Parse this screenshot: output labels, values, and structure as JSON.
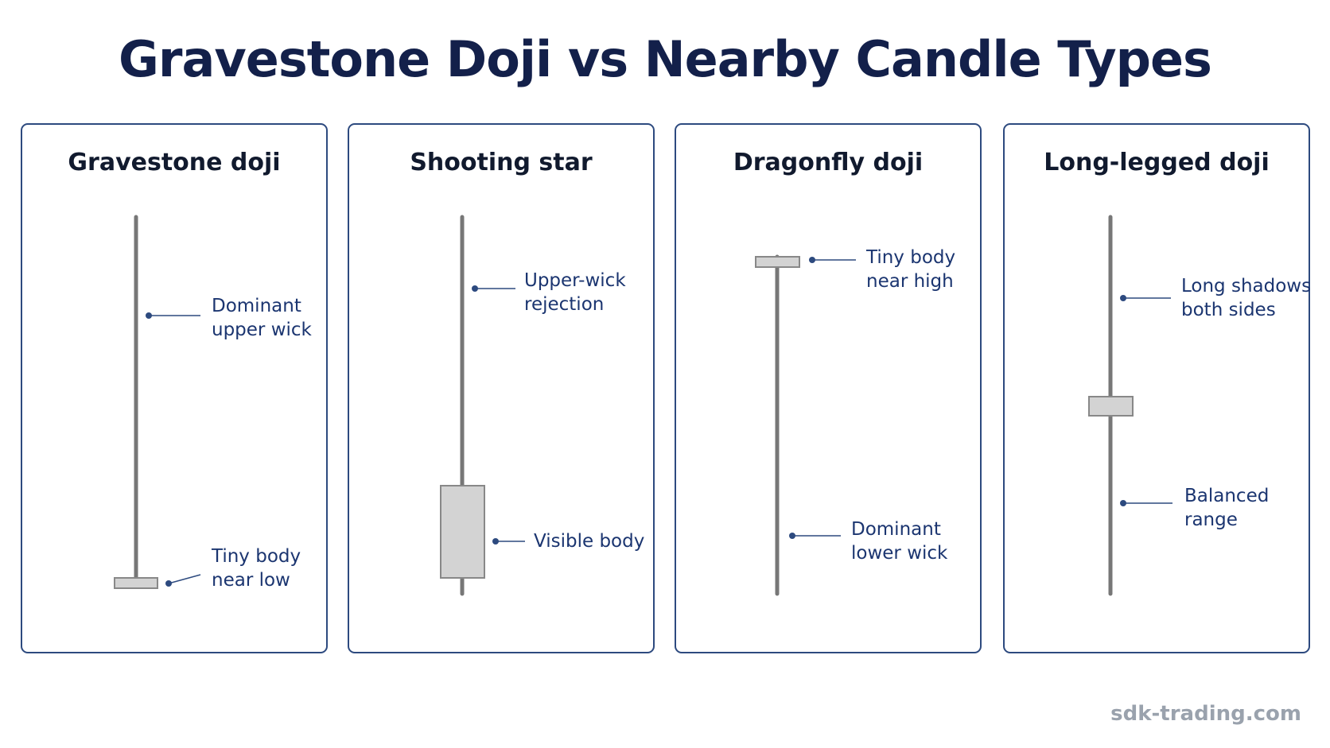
{
  "title": "Gravestone Doji vs Nearby Candle Types",
  "footer": "sdk-trading.com",
  "colors": {
    "title": "#13204a",
    "panel_border": "#2d4a7f",
    "label": "#1b3570",
    "wick": "#777777",
    "body": "#d3d3d3"
  },
  "panels": [
    {
      "title": "Gravestone doji",
      "labels": [
        {
          "line1": "Dominant",
          "line2": "upper wick"
        },
        {
          "line1": "Tiny body",
          "line2": "near low"
        }
      ]
    },
    {
      "title": "Shooting star",
      "labels": [
        {
          "line1": "Upper-wick",
          "line2": "rejection"
        },
        {
          "line1": "Visible body",
          "line2": ""
        }
      ]
    },
    {
      "title": "Dragonfly doji",
      "labels": [
        {
          "line1": "Tiny body",
          "line2": "near high"
        },
        {
          "line1": "Dominant",
          "line2": "lower wick"
        }
      ]
    },
    {
      "title": "Long-legged doji",
      "labels": [
        {
          "line1": "Long shadows",
          "line2": "both sides"
        },
        {
          "line1": "Balanced",
          "line2": "range"
        }
      ]
    }
  ]
}
